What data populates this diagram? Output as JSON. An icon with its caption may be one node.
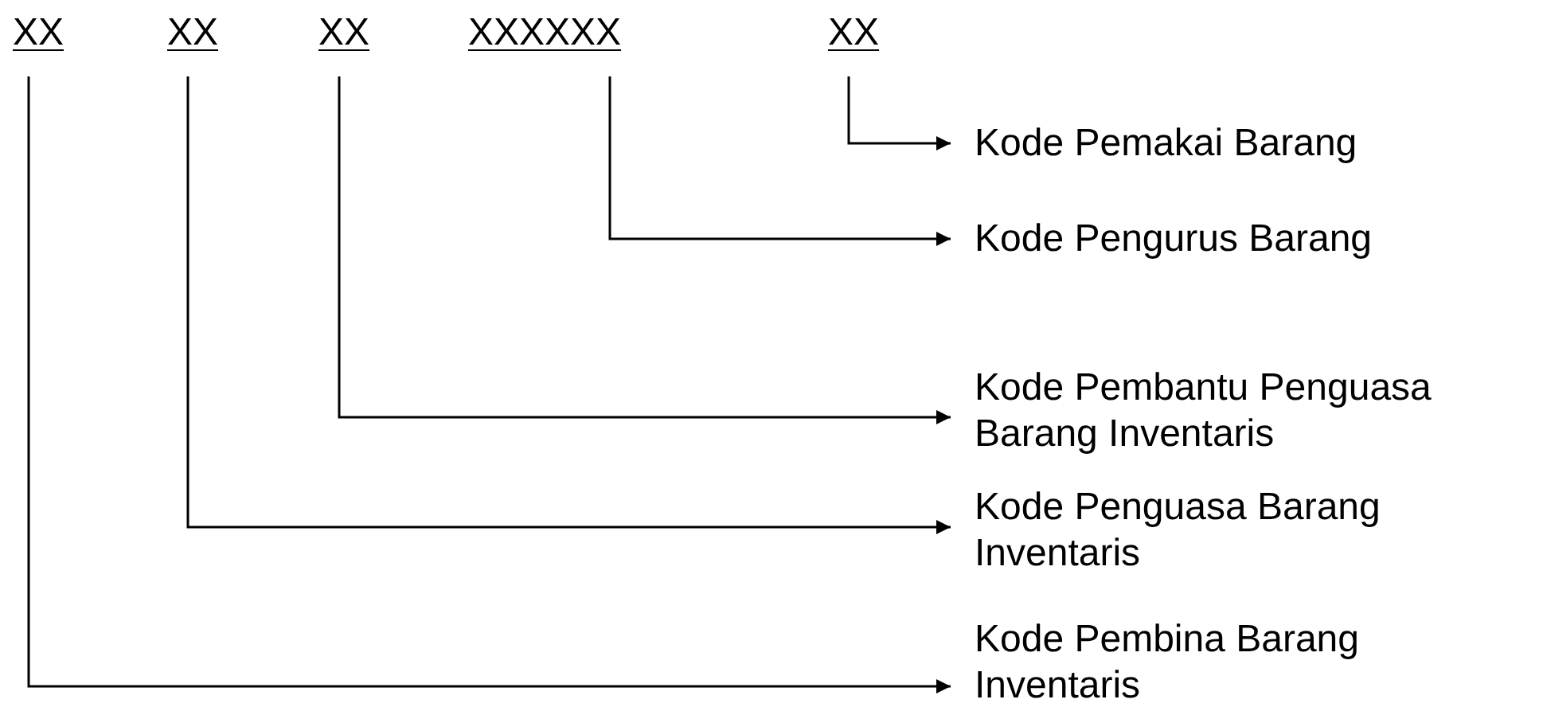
{
  "diagram": {
    "nodes": [
      {
        "text": [
          "XX"
        ]
      },
      {
        "text": [
          "XX"
        ]
      },
      {
        "text": [
          "XX"
        ]
      },
      {
        "text": [
          "XXXXXX"
        ]
      },
      {
        "text": [
          "XX"
        ]
      },
      {
        "text": [
          "Kode Pemakai Barang"
        ]
      },
      {
        "text": [
          "Kode Pengurus Barang"
        ]
      },
      {
        "text": [
          "Kode Pembantu Penguasa Barang Inventaris"
        ]
      },
      {
        "text": [
          "Kode Penguasa Barang Inventaris"
        ]
      },
      {
        "text": [
          "Kode Pembina Barang Inventaris"
        ]
      }
    ],
    "edges": [
      {
        "from": 4,
        "to": 5,
        "arrow": "to"
      },
      {
        "from": 3,
        "to": 6,
        "arrow": "to"
      },
      {
        "from": 2,
        "to": 7,
        "arrow": "to"
      },
      {
        "from": 1,
        "to": 8,
        "arrow": "to"
      },
      {
        "from": 0,
        "to": 9,
        "arrow": "to"
      }
    ]
  }
}
